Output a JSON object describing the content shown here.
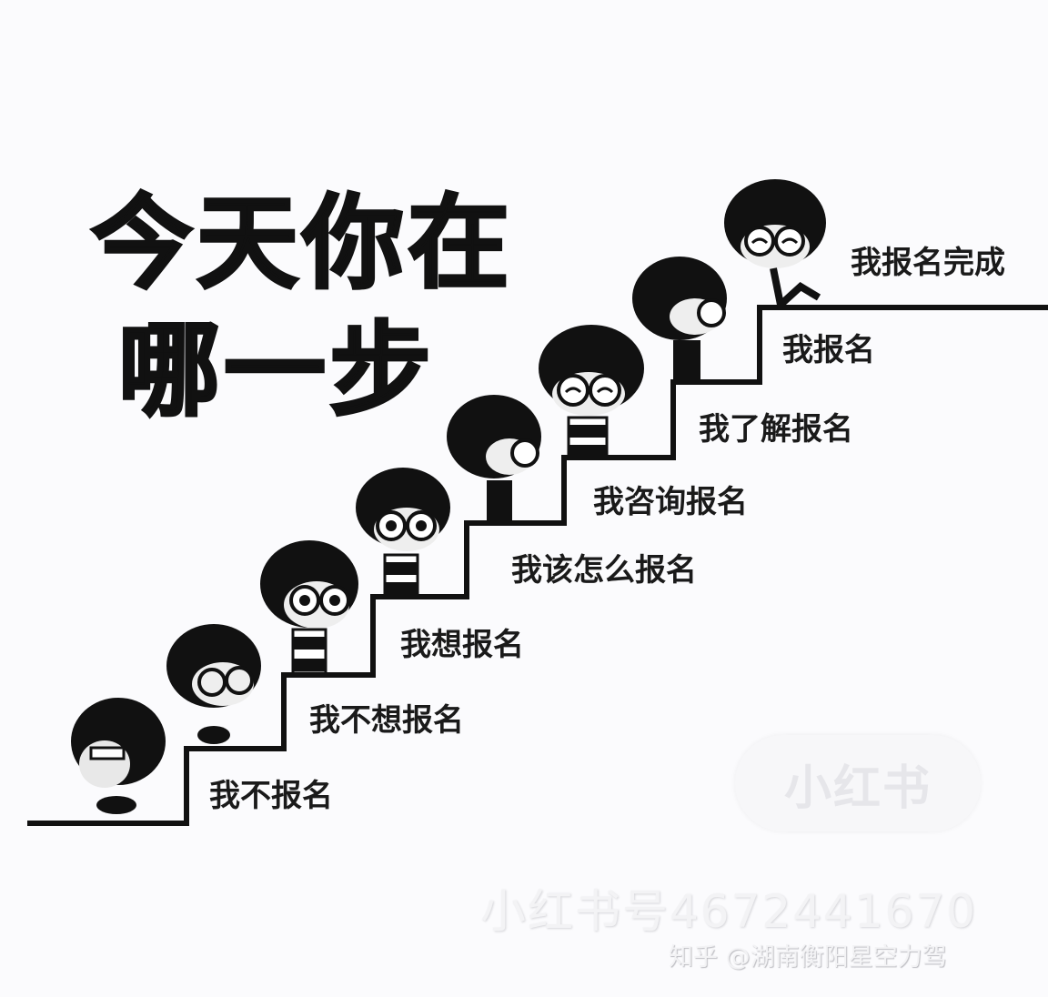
{
  "title": {
    "line1": "今天你在",
    "line2": "哪一步"
  },
  "steps": [
    {
      "label": "我不报名"
    },
    {
      "label": "我不想报名"
    },
    {
      "label": "我想报名"
    },
    {
      "label": "我该怎么报名"
    },
    {
      "label": "我咨询报名"
    },
    {
      "label": "我了解报名"
    },
    {
      "label": "我报名"
    },
    {
      "label": "我报名完成"
    }
  ],
  "watermarks": {
    "badge": "小红书",
    "account_id": "小红书号4672441670",
    "zhihu": "知乎 @湖南衡阳星空力驾"
  },
  "colors": {
    "background": "#fbfbfd",
    "ink": "#111111"
  }
}
